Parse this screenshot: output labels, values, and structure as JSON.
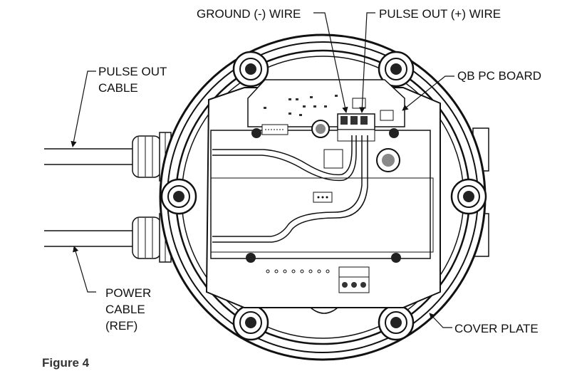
{
  "labels": {
    "ground_wire": "GROUND (-) WIRE",
    "pulse_out_wire": "PULSE OUT (+) WIRE",
    "pulse_out_cable_1": "PULSE OUT",
    "pulse_out_cable_2": "CABLE",
    "qb_pc_board": "QB PC BOARD",
    "power_cable_1": "POWER",
    "power_cable_2": "CABLE",
    "power_cable_3": "(REF)",
    "cover_plate": "COVER PLATE"
  },
  "caption": "Figure 4"
}
